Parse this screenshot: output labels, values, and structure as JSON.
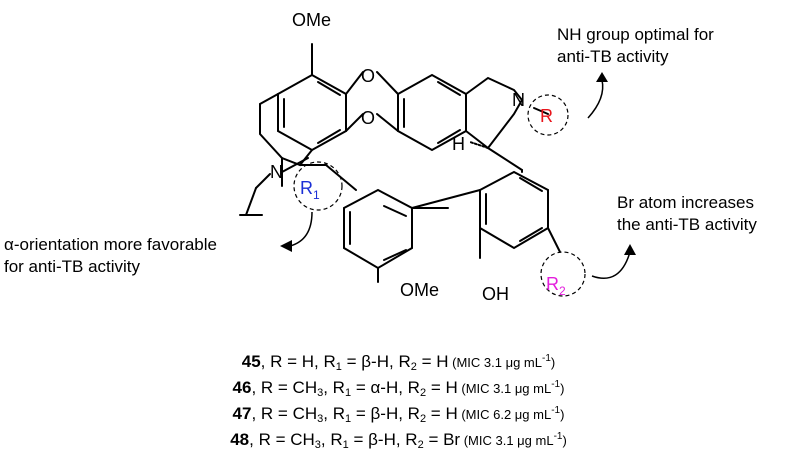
{
  "structure": {
    "labels": {
      "ome_top": "OMe",
      "o_upper": "O",
      "o_lower": "O",
      "n_right": "N",
      "r_label": "R",
      "h_label": "H",
      "n_left": "N",
      "r1_main": "R",
      "r1_sub": "1",
      "ome_bottom": "OMe",
      "oh": "OH",
      "r2_main": "R",
      "r2_sub": "2"
    },
    "colors": {
      "R": "#e8141b",
      "R1": "#1a2fd6",
      "R2": "#e31ddc"
    }
  },
  "annotations": {
    "nh": [
      "NH group optimal for",
      "anti-TB activity"
    ],
    "br": [
      "Br atom increases",
      "the anti-TB activity"
    ],
    "alpha": [
      "α-orientation more favorable",
      "for anti-TB activity"
    ]
  },
  "compounds": [
    {
      "num": "45",
      "r": "R = H, R",
      "r1": ", R",
      "r1val": " = β-H, R",
      "r2val": " = H",
      "mic_pre": " (MIC 3.1 μg mL",
      "mic_post": ")"
    },
    {
      "num": "46",
      "r": "R = CH",
      "r1": ", R",
      "r1val": " = α-H, R",
      "r2val": " = H",
      "mic_pre": " (MIC 3.1 μg mL",
      "mic_post": ")",
      "sub3": "3"
    },
    {
      "num": "47",
      "r": "R = CH",
      "r1": ", R",
      "r1val": " = β-H, R",
      "r2val": " = H",
      "mic_pre": " (MIC 6.2 μg mL",
      "mic_post": ")",
      "sub3": "3"
    },
    {
      "num": "48",
      "r": "R = CH",
      "r1": ", R",
      "r1val": " = β-H, R",
      "r2val": " = Br",
      "mic_pre": " (MIC 3.1 μg mL",
      "mic_post": ")",
      "sub3": "3"
    }
  ]
}
